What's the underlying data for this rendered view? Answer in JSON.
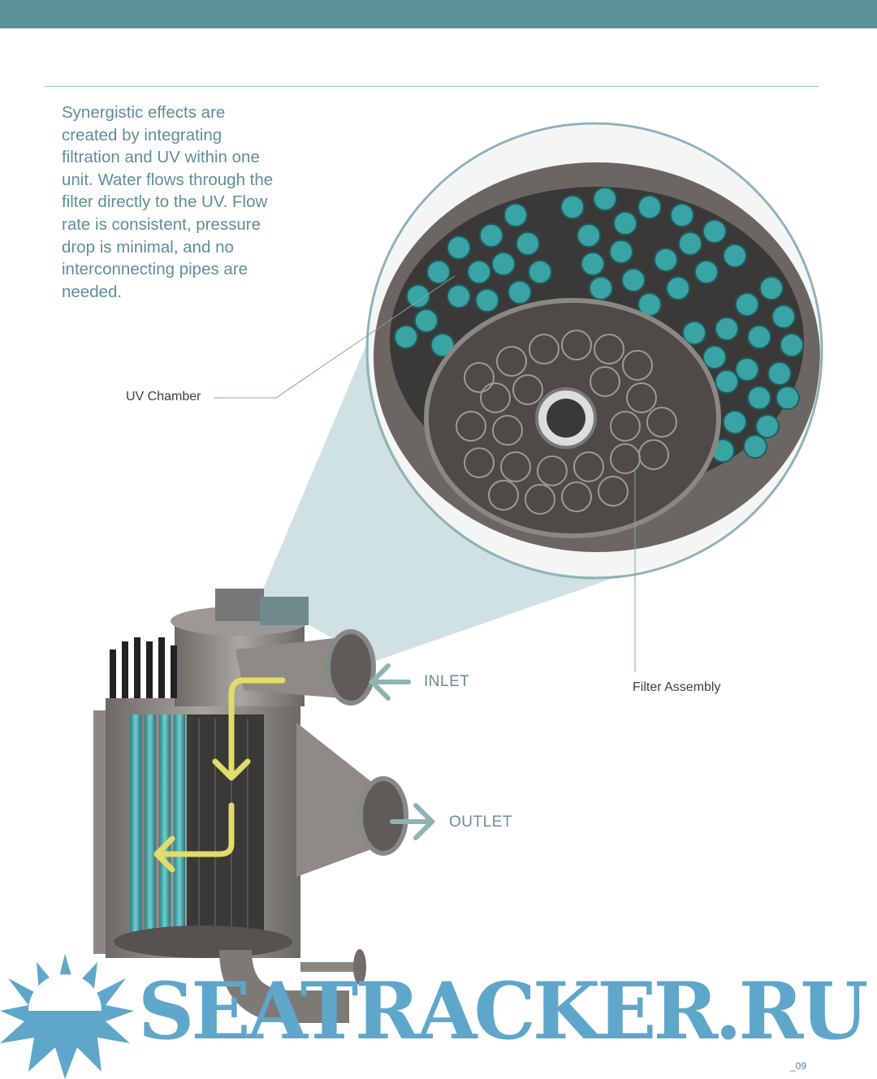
{
  "intro_text": "Synergistic effects are created by integrating filtration and UV within one unit. Water flows through the filter directly to the UV. Flow rate is consistent, pressure drop is minimal, and no interconnecting pipes are needed.",
  "labels": {
    "uv_chamber": "UV Chamber",
    "filter_assembly": "Filter Assembly",
    "inlet": "INLET",
    "outlet": "OUTLET"
  },
  "page_number": "_09",
  "watermark": "SEATRACKER.RU",
  "colors": {
    "accent": "#5a9298",
    "uv_tube": "#3f9ea0",
    "flow_arrow": "#e2dc6a",
    "watermark": "#5fa6cb"
  }
}
